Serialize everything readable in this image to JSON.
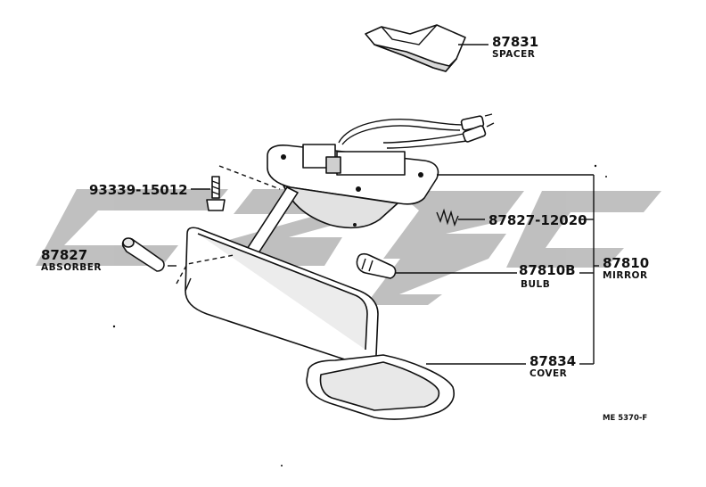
{
  "watermark": {
    "text": "ezpc",
    "color": "#b9b9b9"
  },
  "parts": {
    "spacer": {
      "number": "87831",
      "name": "SPACER"
    },
    "screw": {
      "number": "93339-15012"
    },
    "absorber": {
      "number": "87827",
      "name": "ABSORBER"
    },
    "spring": {
      "number": "87827-12020"
    },
    "bulb": {
      "number": "87810B",
      "name": "BULB"
    },
    "mirror": {
      "number": "87810",
      "name": "MIRROR"
    },
    "cover": {
      "number": "87834",
      "name": "COVER"
    }
  },
  "diagram_code": "ME 5370-F"
}
